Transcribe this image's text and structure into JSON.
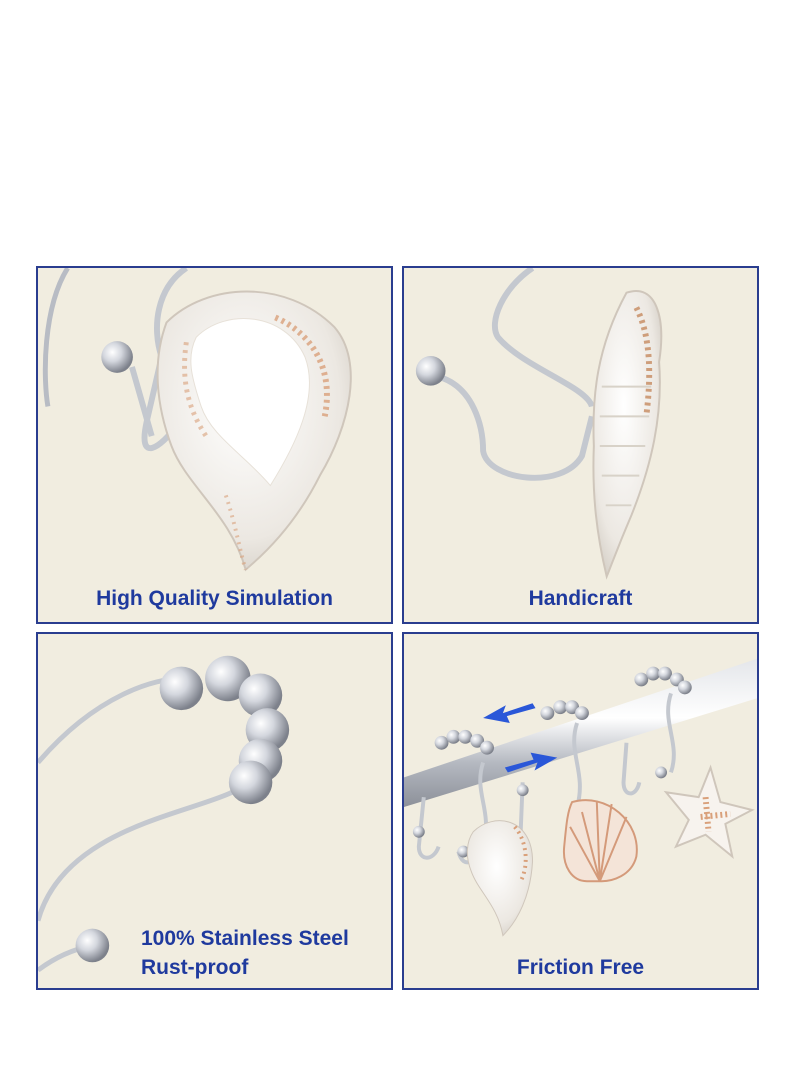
{
  "panels": [
    {
      "caption": "High Quality Simulation"
    },
    {
      "caption": "Handicraft"
    },
    {
      "caption_line1": "100% Stainless Steel",
      "caption_line2": "Rust-proof"
    },
    {
      "caption": "Friction Free"
    }
  ],
  "colors": {
    "border": "#2a3d8f",
    "panel_bg": "#f1ede0",
    "caption": "#1f3a9e",
    "chrome": "#c9ccd3",
    "shell": "#f4f1ec",
    "shell_accent": "#d9a07a",
    "arrow": "#2a57d8"
  }
}
